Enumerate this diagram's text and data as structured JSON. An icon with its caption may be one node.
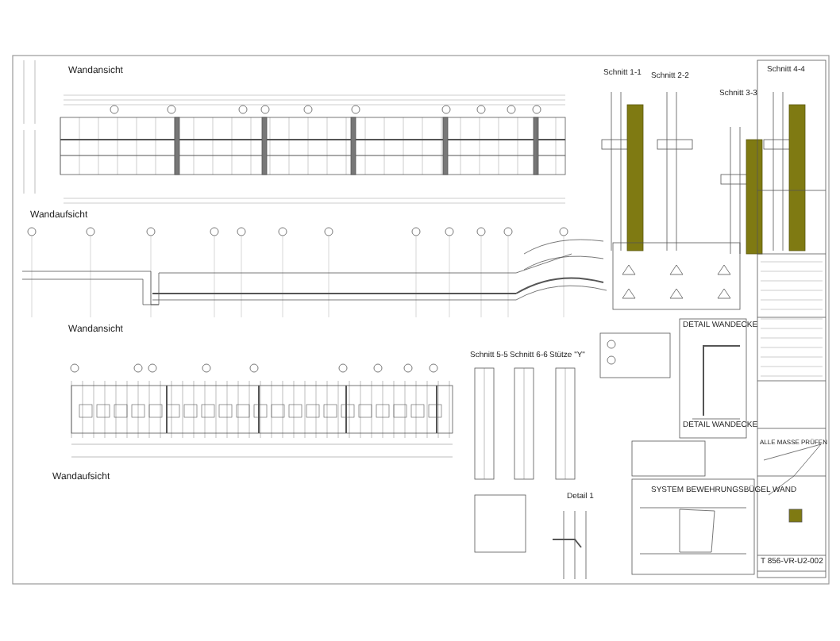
{
  "diagram": {
    "labels": [
      "Wandansicht",
      "Wandaufsicht",
      "Schnitt 1-1",
      "Schnitt 2-2",
      "Schnitt 3-3",
      "Schnitt 4-4",
      "Wandansicht",
      "Schnitt 5-5",
      "Schnitt 6-6",
      "Stütze \"Y\"",
      "DETAIL WANDECKE",
      "DETAIL WANDECKE",
      "Wandaufsicht",
      "Detail 1",
      "SYSTEM BEWEHRUNGSBÜGEL WAND",
      "ALLE MASSE PRÜFEN",
      "T 856-VR-U2-002"
    ]
  }
}
